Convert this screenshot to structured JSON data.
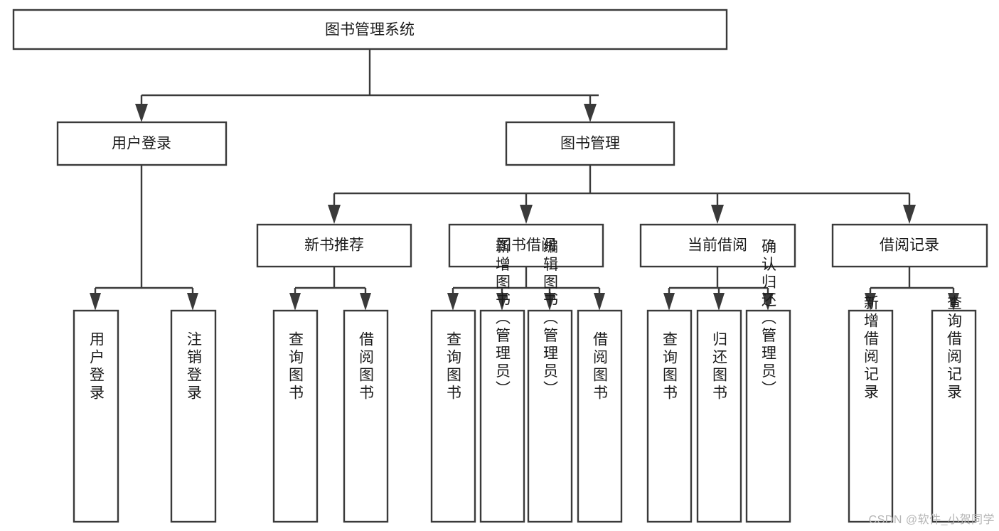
{
  "diagram": {
    "type": "tree-hierarchy",
    "title": "图书管理系统",
    "watermark": "CSDN @软件_小贺同学",
    "colors": {
      "box_stroke": "#3a3a3a",
      "box_fill": "#ffffff",
      "text": "#1b1b1b",
      "background": "#ffffff",
      "watermark": "#b5b5b5"
    },
    "root": {
      "label": "图书管理系统"
    },
    "level2": [
      {
        "label": "用户登录"
      },
      {
        "label": "图书管理"
      }
    ],
    "level3": [
      {
        "label": "新书推荐"
      },
      {
        "label": "图书借阅"
      },
      {
        "label": "当前借阅"
      },
      {
        "label": "借阅记录"
      }
    ],
    "leaves": {
      "user_login": [
        {
          "label": "用户登录"
        },
        {
          "label": "注销登录"
        }
      ],
      "new_book_recommend": [
        {
          "label": "查询图书"
        },
        {
          "label": "借阅图书"
        }
      ],
      "book_borrow": [
        {
          "label": "查询图书"
        },
        {
          "label": "新增图书（管理员）"
        },
        {
          "label": "编辑图书（管理员）"
        },
        {
          "label": "借阅图书"
        }
      ],
      "current_borrow": [
        {
          "label": "查询图书"
        },
        {
          "label": "归还图书"
        },
        {
          "label": "确认归还（管理员）"
        }
      ],
      "borrow_record": [
        {
          "label": "新增借阅记录"
        },
        {
          "label": "查询借阅记录"
        }
      ]
    }
  }
}
